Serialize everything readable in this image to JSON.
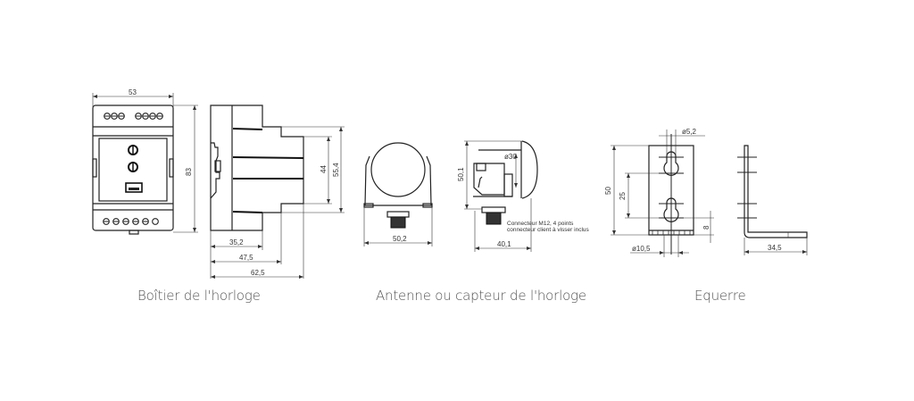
{
  "captions": {
    "boitier": "Boîtier de l'horloge",
    "antenne": "Antenne ou capteur de l'horloge",
    "equerre": "Equerre"
  },
  "dimensions": {
    "boitier_front_width": "53",
    "boitier_front_height": "83",
    "boitier_side_inner": "44",
    "boitier_side_outer": "55,4",
    "boitier_depth_1": "35,2",
    "boitier_depth_2": "47,5",
    "boitier_depth_3": "62,5",
    "antenne_width": "50,2",
    "antenne_height": "50,1",
    "antenne_diameter": "ø30",
    "antenne_depth": "40,1",
    "equerre_hole_small": "ø5,2",
    "equerre_hole_large": "ø10,5",
    "equerre_height": "50",
    "equerre_spacing": "25",
    "equerre_offset": "8",
    "equerre_length": "34,5"
  },
  "notes": {
    "connector_line1": "Connecteur M12, 4 points",
    "connector_line2": "connecteur client à visser inclus"
  },
  "colors": {
    "line": "#222222",
    "caption": "#555555",
    "background": "#ffffff"
  }
}
